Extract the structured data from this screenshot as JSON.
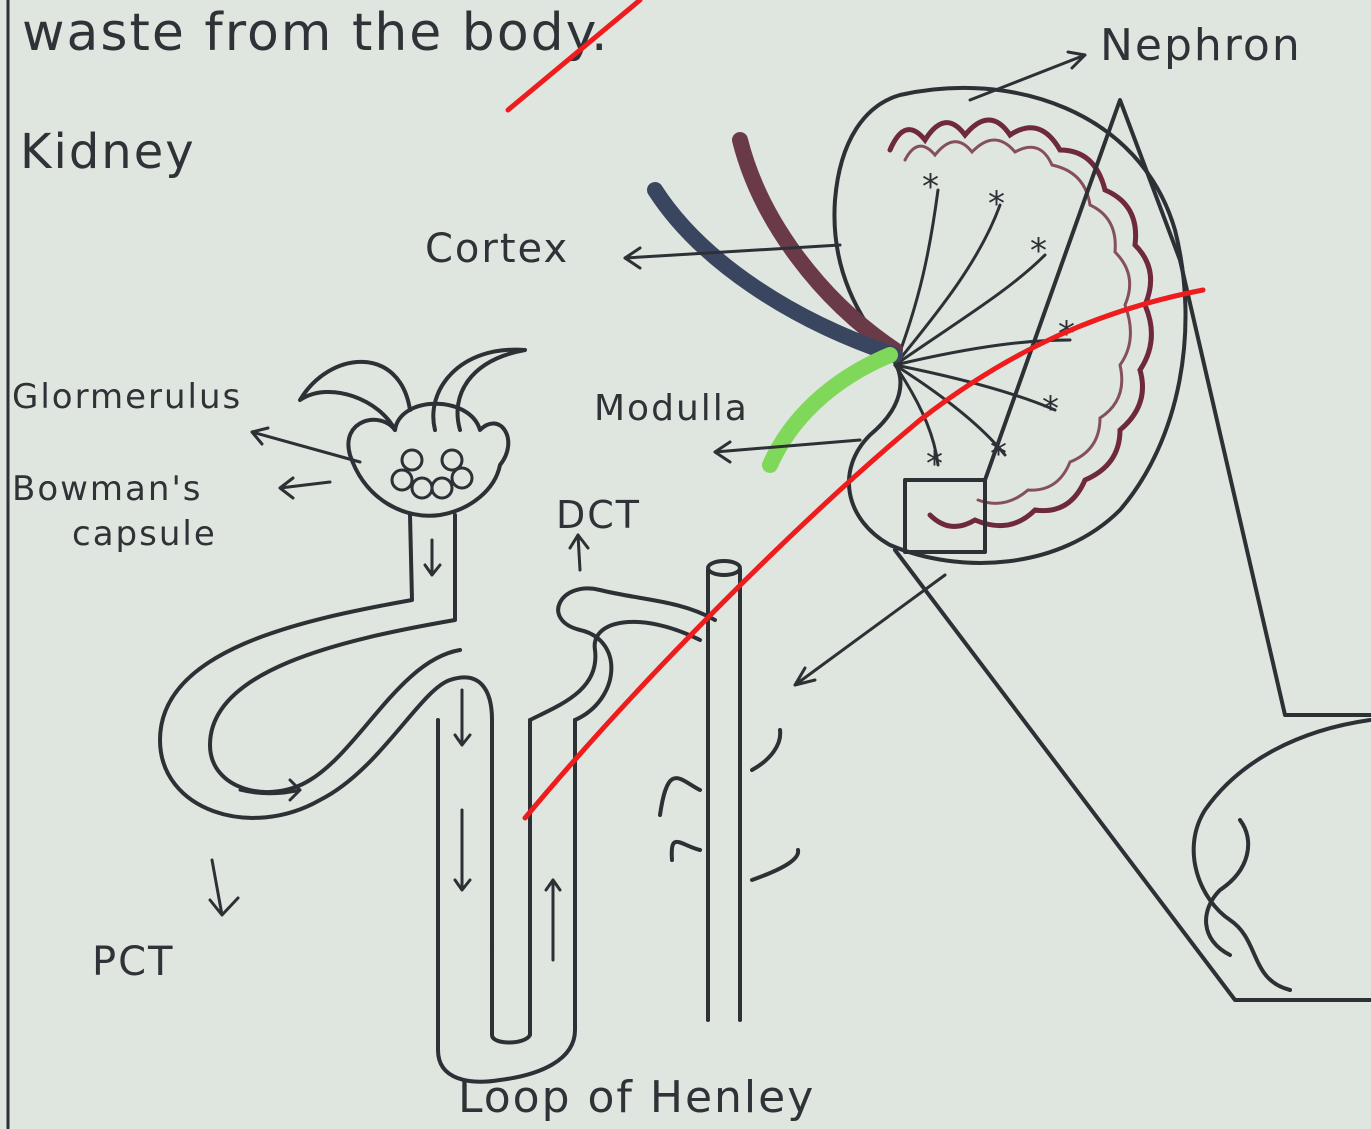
{
  "header_text": "waste from the body.",
  "heading": "Kidney",
  "labels": {
    "nephron": "Nephron",
    "cortex": "Cortex",
    "medulla": "Modulla",
    "glomerulus": "Glormerulus",
    "bowmans_line1": "Bowman's",
    "bowmans_line2": "capsule",
    "dct": "DCT",
    "pct": "PCT",
    "loop_of_henle": "Loop of Henley"
  },
  "colors": {
    "paper": "#dfe5df",
    "ink": "#2d3034",
    "correction_mark": "#ee1c1c",
    "nephron_loops": "#6e2a3c",
    "artery": "#6b3a48",
    "vein": "#3a4660",
    "ureter": "#7fd85a"
  }
}
